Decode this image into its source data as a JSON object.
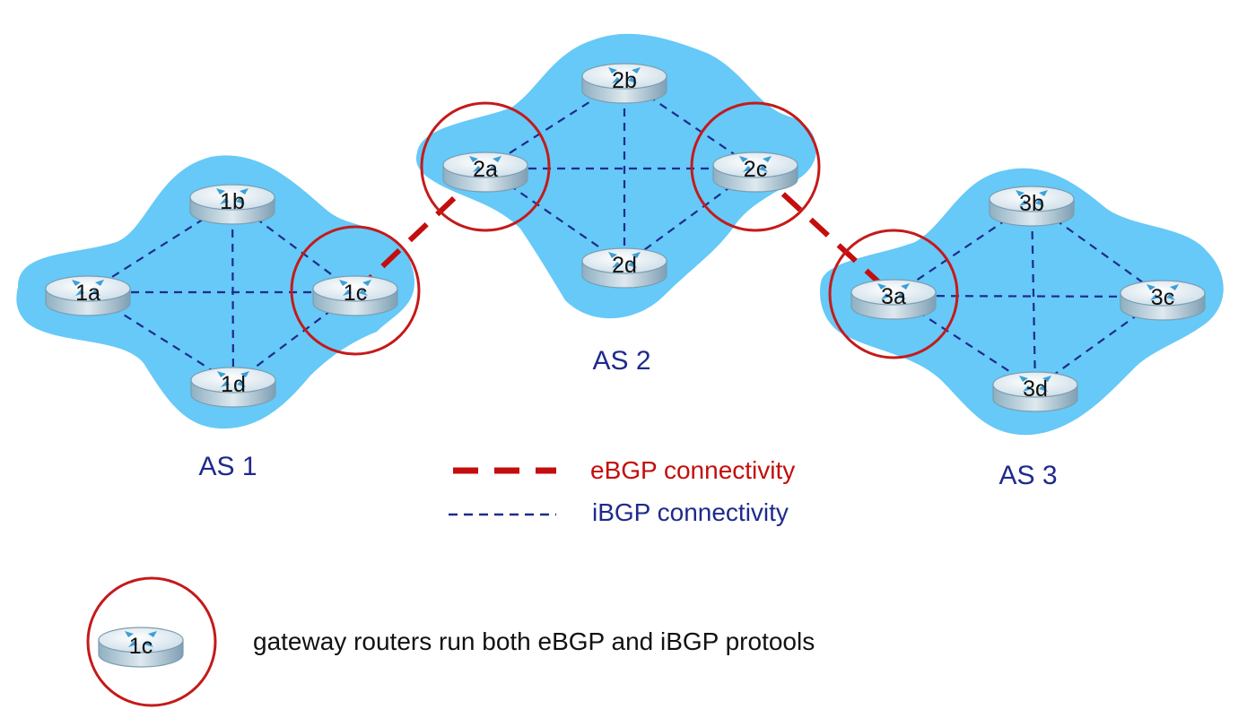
{
  "colors": {
    "cloud": "#66c9f7",
    "ibgp": "#1f2a8c",
    "ebgp": "#c40d0d",
    "gateway_circle": "#c41a1a",
    "router_body": "#d9e6ee",
    "router_rim": "#7a9db2"
  },
  "autonomous_systems": [
    {
      "id": "as1",
      "label": "AS 1"
    },
    {
      "id": "as2",
      "label": "AS 2"
    },
    {
      "id": "as3",
      "label": "AS 3"
    }
  ],
  "routers": [
    {
      "id": "1a",
      "label": "1a",
      "as": "as1",
      "gateway": false,
      "icon": "router-icon"
    },
    {
      "id": "1b",
      "label": "1b",
      "as": "as1",
      "gateway": false,
      "icon": "router-icon"
    },
    {
      "id": "1c",
      "label": "1c",
      "as": "as1",
      "gateway": true,
      "icon": "router-icon"
    },
    {
      "id": "1d",
      "label": "1d",
      "as": "as1",
      "gateway": false,
      "icon": "router-icon"
    },
    {
      "id": "2a",
      "label": "2a",
      "as": "as2",
      "gateway": true,
      "icon": "router-icon"
    },
    {
      "id": "2b",
      "label": "2b",
      "as": "as2",
      "gateway": false,
      "icon": "router-icon"
    },
    {
      "id": "2c",
      "label": "2c",
      "as": "as2",
      "gateway": true,
      "icon": "router-icon"
    },
    {
      "id": "2d",
      "label": "2d",
      "as": "as2",
      "gateway": false,
      "icon": "router-icon"
    },
    {
      "id": "3a",
      "label": "3a",
      "as": "as3",
      "gateway": true,
      "icon": "router-icon"
    },
    {
      "id": "3b",
      "label": "3b",
      "as": "as3",
      "gateway": false,
      "icon": "router-icon"
    },
    {
      "id": "3c",
      "label": "3c",
      "as": "as3",
      "gateway": false,
      "icon": "router-icon"
    },
    {
      "id": "3d",
      "label": "3d",
      "as": "as3",
      "gateway": false,
      "icon": "router-icon"
    }
  ],
  "ibgp_links": [
    [
      "1a",
      "1b"
    ],
    [
      "1a",
      "1c"
    ],
    [
      "1a",
      "1d"
    ],
    [
      "1b",
      "1c"
    ],
    [
      "1b",
      "1d"
    ],
    [
      "1c",
      "1d"
    ],
    [
      "2a",
      "2b"
    ],
    [
      "2a",
      "2c"
    ],
    [
      "2a",
      "2d"
    ],
    [
      "2b",
      "2c"
    ],
    [
      "2b",
      "2d"
    ],
    [
      "2c",
      "2d"
    ],
    [
      "3a",
      "3b"
    ],
    [
      "3a",
      "3c"
    ],
    [
      "3a",
      "3d"
    ],
    [
      "3b",
      "3c"
    ],
    [
      "3b",
      "3d"
    ],
    [
      "3c",
      "3d"
    ]
  ],
  "ebgp_links": [
    [
      "1c",
      "2a"
    ],
    [
      "2c",
      "3a"
    ]
  ],
  "legend": {
    "ebgp_label": "eBGP connectivity",
    "ibgp_label": "iBGP connectivity"
  },
  "gateway_note": {
    "router_label": "1c",
    "text": "gateway routers run both eBGP and iBGP protools"
  }
}
